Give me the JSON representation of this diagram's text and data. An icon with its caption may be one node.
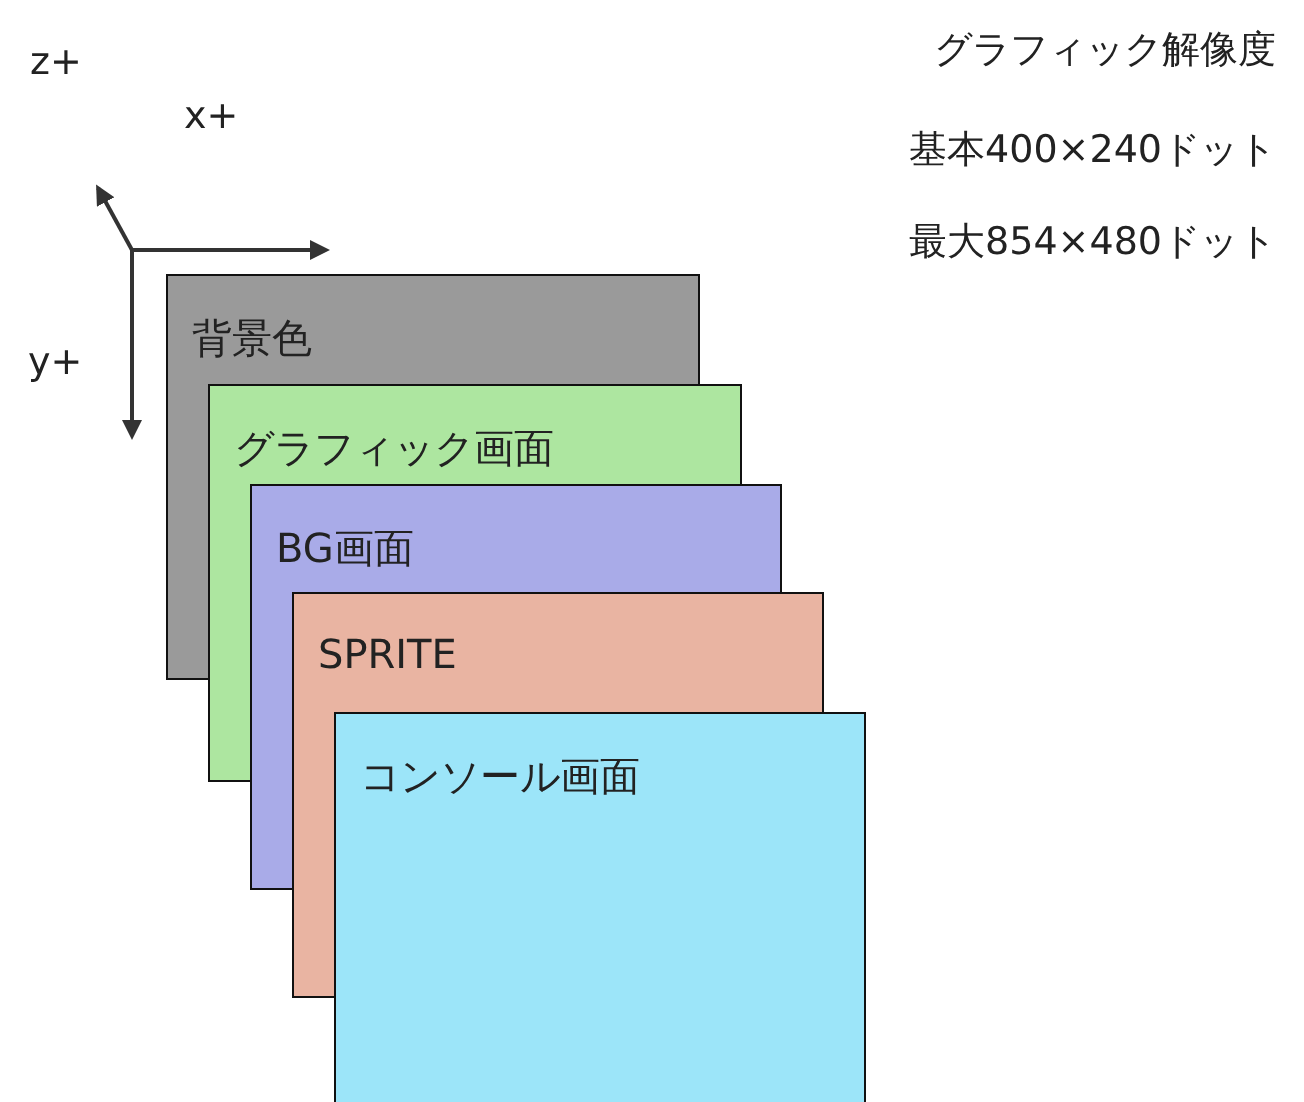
{
  "diagram": {
    "nodes": [
      {
        "text": [
          "背景色"
        ]
      },
      {
        "text": [
          "グラフィック画面"
        ]
      },
      {
        "text": [
          "BG画面"
        ]
      },
      {
        "text": [
          "SPRITE"
        ]
      },
      {
        "text": [
          "コンソール画面"
        ]
      }
    ],
    "labels": [
      "z+",
      "x+",
      "y+",
      "グラフィック解像度",
      "基本400×240ドット",
      "最大854×480ドット"
    ]
  }
}
